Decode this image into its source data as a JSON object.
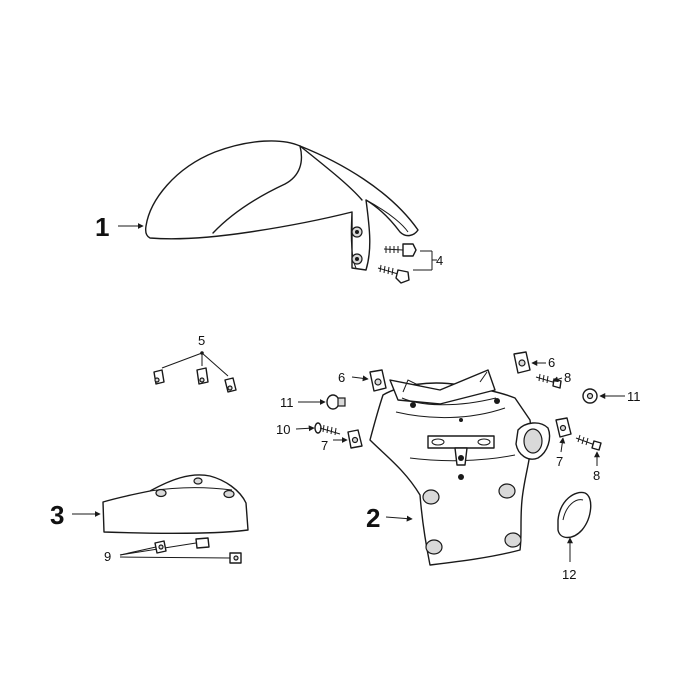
{
  "labels": {
    "front_fender": "1",
    "rear_fender": "2",
    "mudguard_plate": "3",
    "screws_fender": "4",
    "clips_5": "5",
    "nut_clip_left": "6",
    "nut_clip_right": "6",
    "nut_left": "7",
    "nut_right": "7",
    "bolt_right_top": "8",
    "bolt_right_low": "8",
    "fasteners_9": "9",
    "bolt_10": "10",
    "washer_left": "11",
    "washer_right": "11",
    "reflector": "12"
  }
}
